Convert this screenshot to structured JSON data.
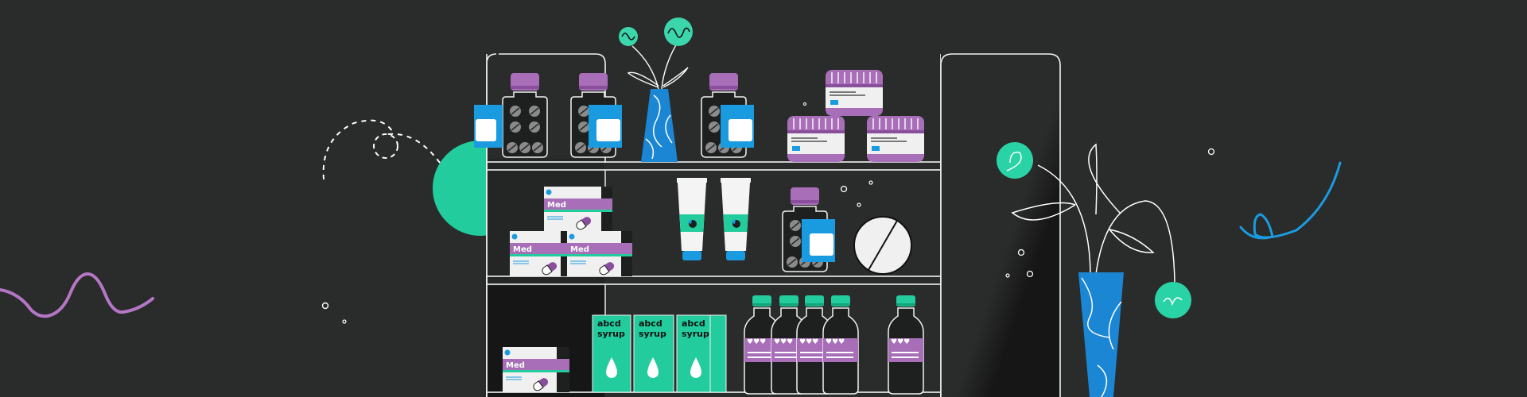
{
  "scene": {
    "title": "Pharmacy shelf illustration",
    "colors": {
      "background": "#2a2b2b",
      "cabinet_interior": "#1e1f1f",
      "outline": "#f2f2f2",
      "purple": "#a86fb8",
      "purple_dark": "#8a4f9c",
      "teal": "#22cc9d",
      "teal_light": "#5ee0bd",
      "blue": "#1a9be0",
      "blue_dark": "#0f74c4",
      "pill_gray": "#8b8b8b",
      "label_white": "#f4f4f4"
    }
  },
  "shelf_top": {
    "jars": [
      {
        "name": "pill-bottle-1"
      },
      {
        "name": "pill-bottle-2"
      },
      {
        "name": "pill-bottle-3"
      }
    ],
    "cream_jars": [
      {
        "name": "cream-jar-top"
      },
      {
        "name": "cream-jar-left"
      },
      {
        "name": "cream-jar-right"
      }
    ]
  },
  "shelf_middle": {
    "boxes": [
      {
        "label": "Med"
      },
      {
        "label": "Med"
      },
      {
        "label": "Med"
      }
    ],
    "tubes": 2
  },
  "shelf_bottom": {
    "box": {
      "label": "Med"
    },
    "syrups": [
      {
        "line1": "abcd",
        "line2": "syrup"
      },
      {
        "line1": "abcd",
        "line2": "syrup"
      },
      {
        "line1": "abcd",
        "line2": "syrup"
      }
    ],
    "bottle_label": "♥♥♥"
  }
}
